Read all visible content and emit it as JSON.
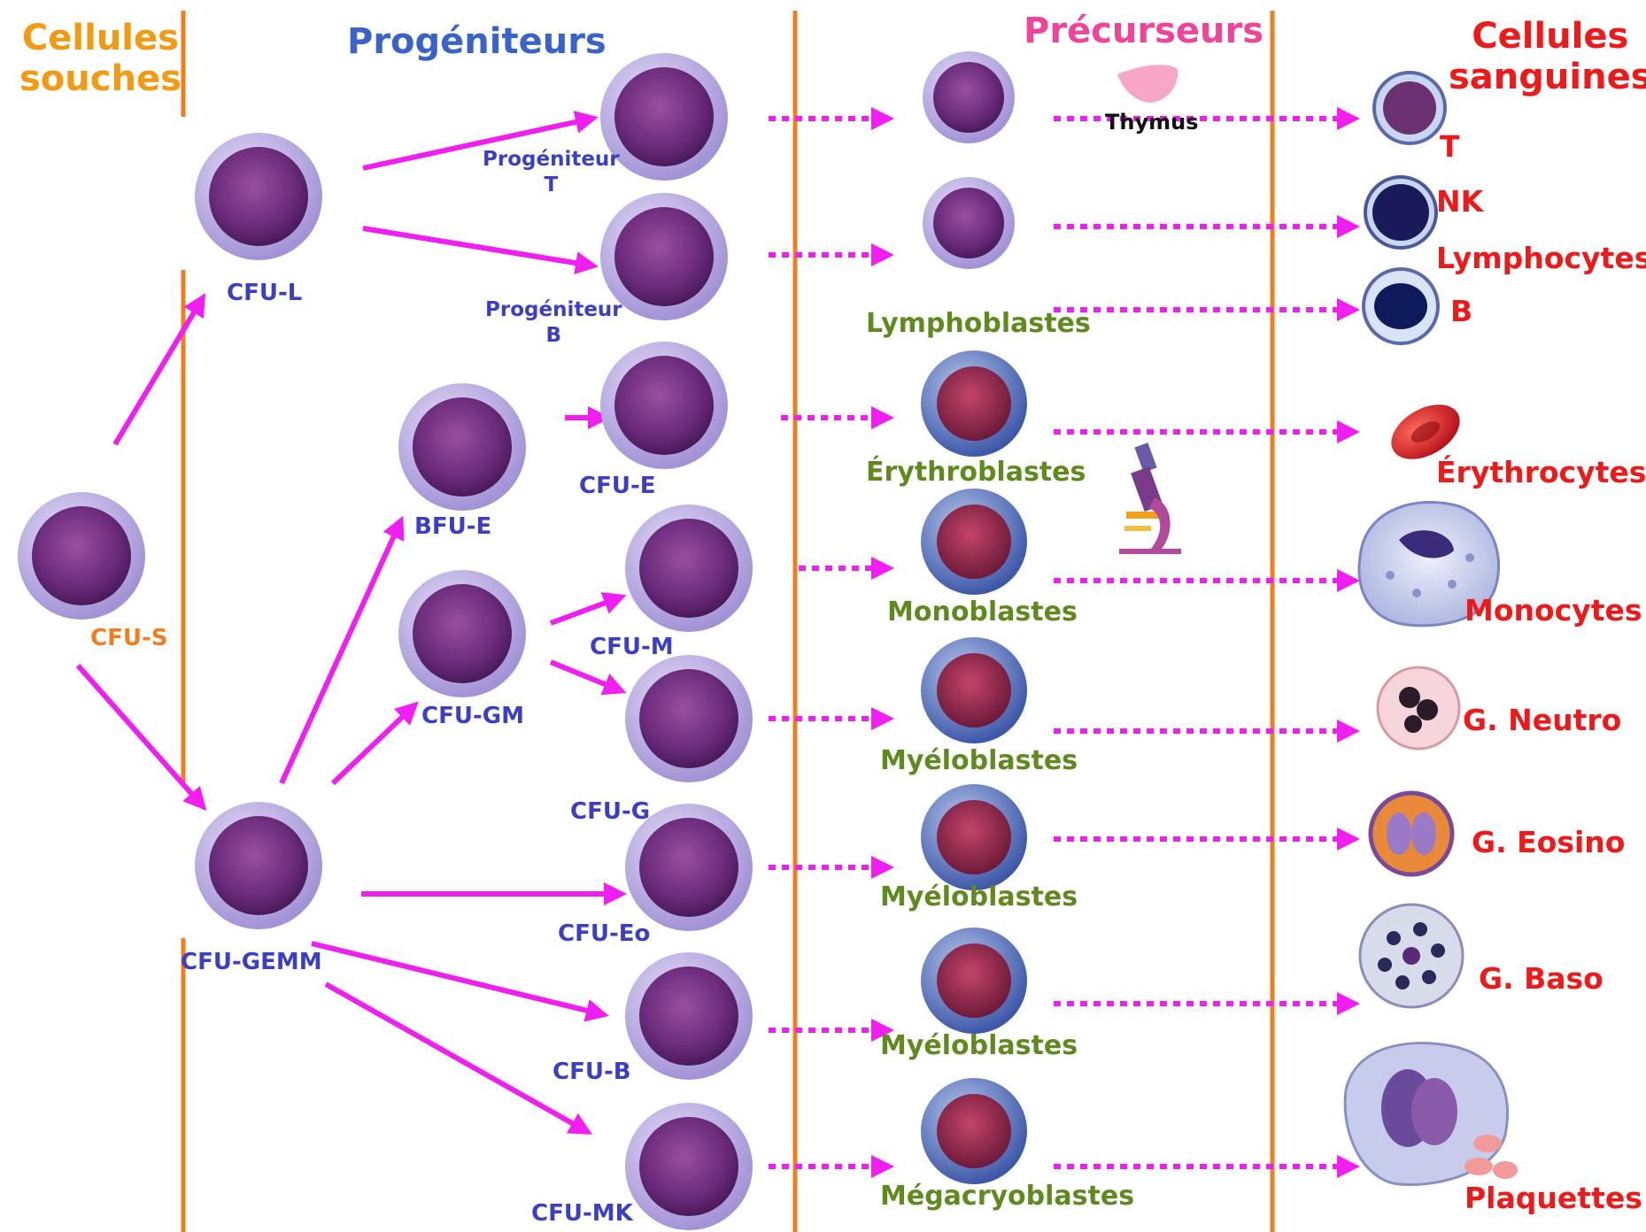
{
  "headers": {
    "stem_line1": "Cellules",
    "stem_line2": "souches",
    "progenitors": "Progéniteurs",
    "precursors": "Précurseurs",
    "blood_line1": "Cellules",
    "blood_line2": "sanguines"
  },
  "stem": {
    "cfu_s": "CFU-S"
  },
  "progenitors": {
    "cfu_l": "CFU-L",
    "cfu_gemm": "CFU-GEMM",
    "bfu_e": "BFU-E",
    "cfu_gm": "CFU-GM",
    "prog_t_1": "Progéniteur",
    "prog_t_2": "T",
    "prog_b_1": "Progéniteur",
    "prog_b_2": "B",
    "cfu_e": "CFU-E",
    "cfu_m": "CFU-M",
    "cfu_g": "CFU-G",
    "cfu_eo": "CFU-Eo",
    "cfu_b": "CFU-B",
    "cfu_mk": "CFU-MK"
  },
  "precursors": {
    "thymus": "Thymus",
    "lymphoblastes": "Lymphoblastes",
    "erythroblastes": "Érythroblastes",
    "monoblastes": "Monoblastes",
    "myeloblastes_1": "Myéloblastes",
    "myeloblastes_2": "Myéloblastes",
    "myeloblastes_3": "Myéloblastes",
    "megacaryoblastes": "Mégacryoblastes"
  },
  "blood": {
    "t": "T",
    "nk": "NK",
    "lymphocytes": "Lymphocytes",
    "b": "B",
    "erythrocytes": "Érythrocytes",
    "monocytes": "Monocytes",
    "neutro": "G. Neutro",
    "eosino": "G. Eosino",
    "baso": "G. Baso",
    "plaquettes": "Plaquettes"
  },
  "colors": {
    "stem_header": "#f29a12",
    "progenitor_header": "#3a63c9",
    "precursor_header": "#f0449a",
    "blood_header": "#ee1a1a",
    "arrow": "#f01ef0",
    "divider": "#f07d1e",
    "cell_membrane": "#a79ad8",
    "cell_nucleus": "#6a2a7a"
  },
  "icons": [
    "stem-cell-icon",
    "blast-cell-icon",
    "thymus-icon",
    "microscope-icon",
    "erythrocyte-icon",
    "monocyte-icon",
    "neutrophil-icon",
    "eosinophil-icon",
    "basophil-icon",
    "megakaryocyte-icon",
    "lymphocyte-icon"
  ]
}
